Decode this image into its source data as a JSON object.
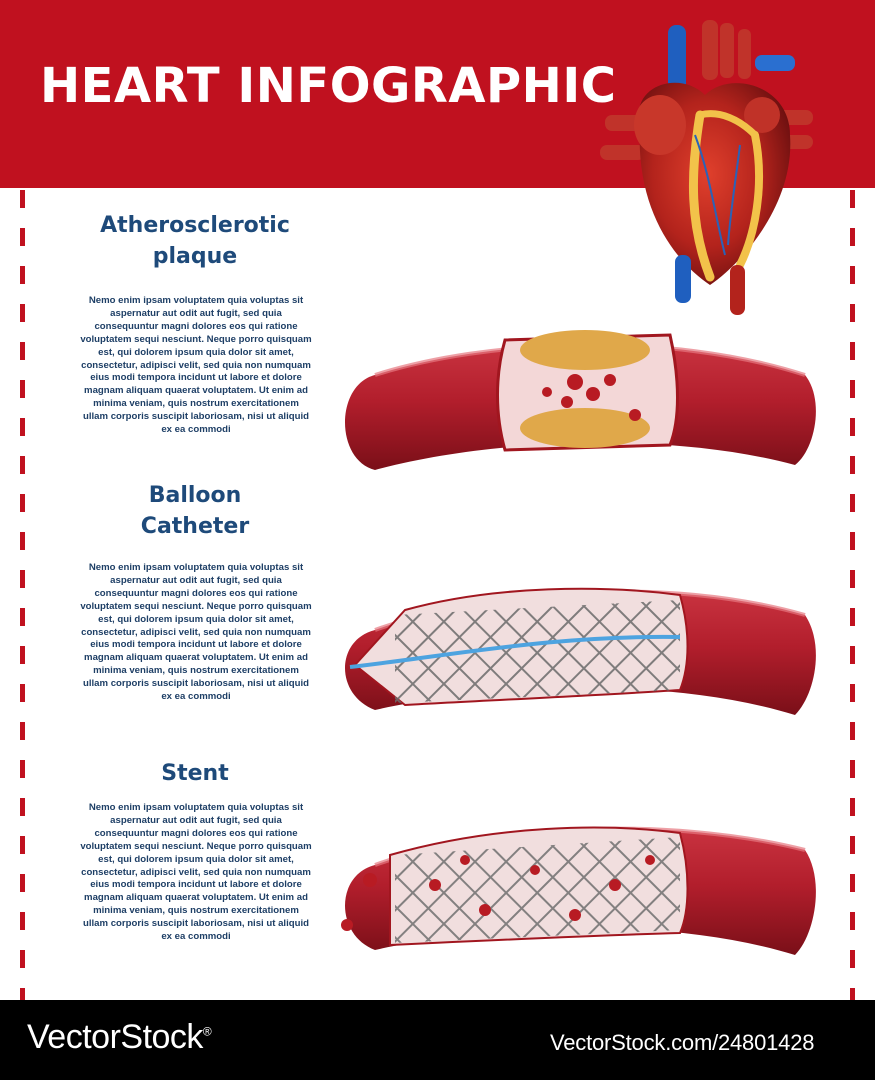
{
  "header": {
    "title": "HEART INFOGRAPHIC"
  },
  "sections": [
    {
      "title_lines": [
        "Atherosclerotic",
        "plaque"
      ],
      "body": "Nemo enim ipsam voluptatem quia voluptas sit aspernatur aut odit aut fugit, sed quia consequuntur magni dolores eos qui ratione voluptatem sequi nesciunt. Neque porro quisquam est, qui dolorem ipsum quia dolor sit amet, consectetur, adipisci velit, sed quia non numquam eius modi tempora incidunt ut labore et dolore magnam aliquam quaerat voluptatem. Ut enim ad minima veniam, quis nostrum exercitationem ullam corporis suscipit laboriosam, nisi ut aliquid ex ea commodi"
    },
    {
      "title_lines": [
        "Balloon",
        "Catheter"
      ],
      "body": "Nemo enim ipsam voluptatem quia voluptas sit aspernatur aut odit aut fugit, sed quia consequuntur magni dolores eos qui ratione voluptatem sequi nesciunt. Neque porro quisquam est, qui dolorem ipsum quia dolor sit amet, consectetur, adipisci velit, sed quia non numquam eius modi tempora incidunt ut labore et dolore magnam aliquam quaerat voluptatem. Ut enim ad minima veniam, quis nostrum exercitationem ullam corporis suscipit laboriosam, nisi ut aliquid ex ea commodi"
    },
    {
      "title_lines": [
        "Stent"
      ],
      "body": "Nemo enim ipsam voluptatem quia voluptas sit aspernatur aut odit aut fugit, sed quia consequuntur magni dolores eos qui ratione voluptatem sequi nesciunt. Neque porro quisquam est, qui dolorem ipsum quia dolor sit amet, consectetur, adipisci velit, sed quia non numquam eius modi tempora incidunt ut labore et dolore magnam aliquam quaerat voluptatem. Ut enim ad minima veniam, quis nostrum exercitationem ullam corporis suscipit laboriosam, nisi ut aliquid ex ea commodi"
    }
  ],
  "footer": {
    "brand": "VectorStock",
    "registered_mark": "®",
    "image_id": "VectorStock.com/24801428"
  },
  "colors": {
    "header_red": "#c0111f",
    "title_blue": "#1e4a7a",
    "body_blue": "#1e3f66",
    "vessel_red": "#b3202c",
    "plaque_yellow": "#e0a84a"
  },
  "icons": [
    "heart-illustration",
    "artery-plaque-illustration",
    "artery-catheter-illustration",
    "artery-stent-illustration"
  ]
}
